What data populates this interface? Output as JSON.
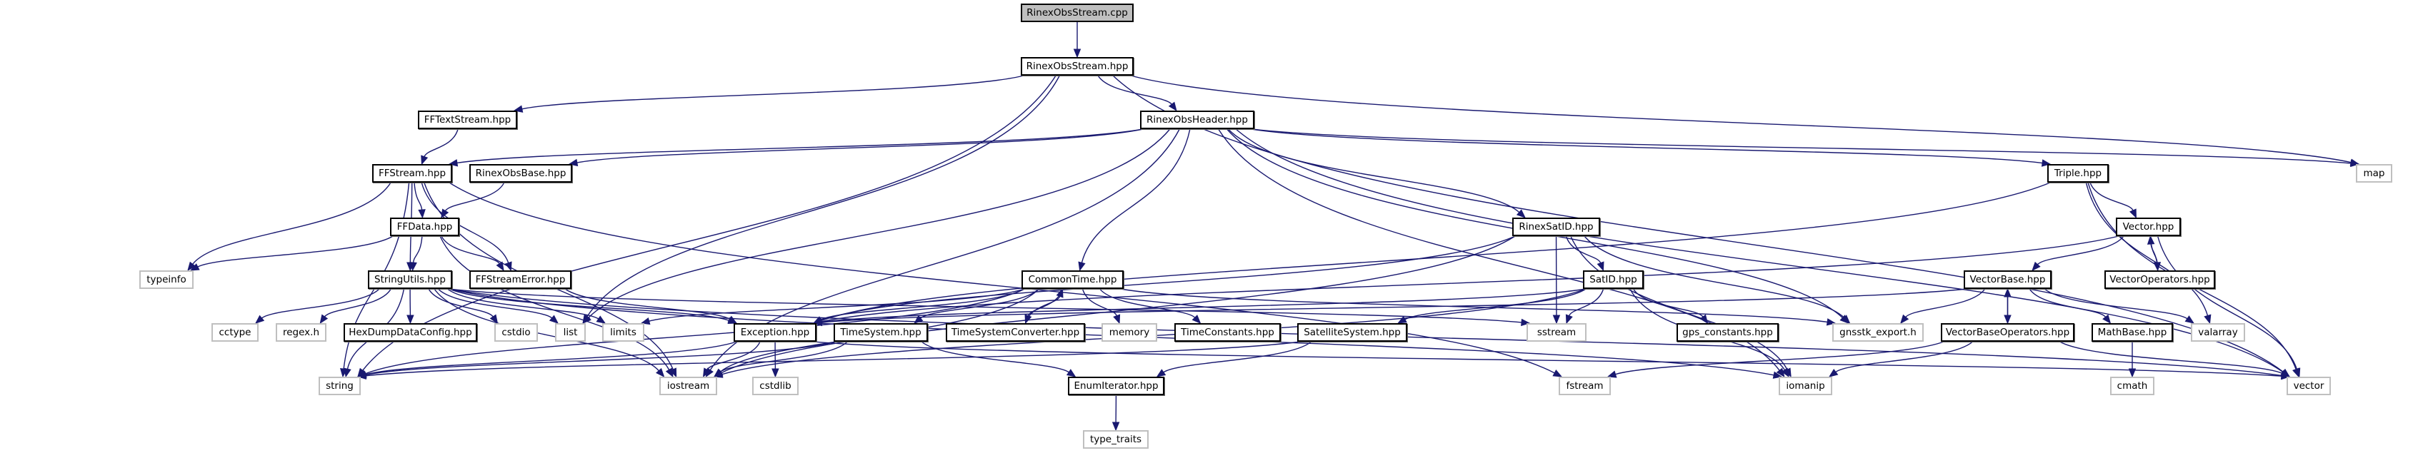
{
  "graph": {
    "title": "RinexObsStream.cpp include dependency graph",
    "edge_color": "#191970",
    "external_border_color": "#bfbfbf",
    "root_fill_color": "#bfbfbf",
    "nodes": [
      {
        "id": "RinexObsStream_cpp",
        "label": "RinexObsStream.cpp",
        "kind": "root"
      },
      {
        "id": "RinexObsStream_hpp",
        "label": "RinexObsStream.hpp",
        "kind": "project"
      },
      {
        "id": "FFTextStream",
        "label": "FFTextStream.hpp",
        "kind": "project"
      },
      {
        "id": "RinexObsHeader",
        "label": "RinexObsHeader.hpp",
        "kind": "project"
      },
      {
        "id": "FFStream",
        "label": "FFStream.hpp",
        "kind": "project"
      },
      {
        "id": "RinexObsBase",
        "label": "RinexObsBase.hpp",
        "kind": "project"
      },
      {
        "id": "FFData",
        "label": "FFData.hpp",
        "kind": "project"
      },
      {
        "id": "typeinfo",
        "label": "typeinfo",
        "kind": "external"
      },
      {
        "id": "StringUtils",
        "label": "StringUtils.hpp",
        "kind": "project"
      },
      {
        "id": "FFStreamError",
        "label": "FFStreamError.hpp",
        "kind": "project"
      },
      {
        "id": "cctype",
        "label": "cctype",
        "kind": "external"
      },
      {
        "id": "regex",
        "label": "regex.h",
        "kind": "external"
      },
      {
        "id": "HexDumpDataConfig",
        "label": "HexDumpDataConfig.hpp",
        "kind": "project"
      },
      {
        "id": "cstdio",
        "label": "cstdio",
        "kind": "external"
      },
      {
        "id": "list",
        "label": "list",
        "kind": "external"
      },
      {
        "id": "limits",
        "label": "limits",
        "kind": "external"
      },
      {
        "id": "string",
        "label": "string",
        "kind": "external"
      },
      {
        "id": "iostream",
        "label": "iostream",
        "kind": "external"
      },
      {
        "id": "cstdlib",
        "label": "cstdlib",
        "kind": "external"
      },
      {
        "id": "Exception",
        "label": "Exception.hpp",
        "kind": "project"
      },
      {
        "id": "CommonTime",
        "label": "CommonTime.hpp",
        "kind": "project"
      },
      {
        "id": "TimeSystem",
        "label": "TimeSystem.hpp",
        "kind": "project"
      },
      {
        "id": "TimeSystemConverter",
        "label": "TimeSystemConverter.hpp",
        "kind": "project"
      },
      {
        "id": "memory",
        "label": "memory",
        "kind": "external"
      },
      {
        "id": "TimeConstants",
        "label": "TimeConstants.hpp",
        "kind": "project"
      },
      {
        "id": "SatelliteSystem",
        "label": "SatelliteSystem.hpp",
        "kind": "project"
      },
      {
        "id": "EnumIterator",
        "label": "EnumIterator.hpp",
        "kind": "project"
      },
      {
        "id": "type_traits",
        "label": "type_traits",
        "kind": "external"
      },
      {
        "id": "RinexSatID",
        "label": "RinexSatID.hpp",
        "kind": "project"
      },
      {
        "id": "SatID",
        "label": "SatID.hpp",
        "kind": "project"
      },
      {
        "id": "sstream",
        "label": "sstream",
        "kind": "external"
      },
      {
        "id": "gps_constants",
        "label": "gps_constants.hpp",
        "kind": "project"
      },
      {
        "id": "gnsstk_export",
        "label": "gnsstk_export.h",
        "kind": "external"
      },
      {
        "id": "fstream",
        "label": "fstream",
        "kind": "external"
      },
      {
        "id": "iomanip",
        "label": "iomanip",
        "kind": "external"
      },
      {
        "id": "Triple",
        "label": "Triple.hpp",
        "kind": "project"
      },
      {
        "id": "Vector",
        "label": "Vector.hpp",
        "kind": "project"
      },
      {
        "id": "VectorBase",
        "label": "VectorBase.hpp",
        "kind": "project"
      },
      {
        "id": "VectorOperators",
        "label": "VectorOperators.hpp",
        "kind": "project"
      },
      {
        "id": "VectorBaseOperators",
        "label": "VectorBaseOperators.hpp",
        "kind": "project"
      },
      {
        "id": "MathBase",
        "label": "MathBase.hpp",
        "kind": "project"
      },
      {
        "id": "valarray",
        "label": "valarray",
        "kind": "external"
      },
      {
        "id": "cmath",
        "label": "cmath",
        "kind": "external"
      },
      {
        "id": "map",
        "label": "map",
        "kind": "external"
      },
      {
        "id": "vector",
        "label": "vector",
        "kind": "external"
      }
    ],
    "edges": [
      [
        "RinexObsStream_cpp",
        "RinexObsStream_hpp"
      ],
      [
        "RinexObsStream_hpp",
        "FFTextStream"
      ],
      [
        "RinexObsStream_hpp",
        "RinexObsHeader"
      ],
      [
        "RinexObsStream_hpp",
        "string"
      ],
      [
        "RinexObsStream_hpp",
        "list"
      ],
      [
        "RinexObsStream_hpp",
        "map"
      ],
      [
        "RinexObsStream_hpp",
        "vector"
      ],
      [
        "FFTextStream",
        "FFStream"
      ],
      [
        "RinexObsHeader",
        "FFStream"
      ],
      [
        "RinexObsHeader",
        "RinexObsBase"
      ],
      [
        "RinexObsHeader",
        "list"
      ],
      [
        "RinexObsHeader",
        "iostream"
      ],
      [
        "RinexObsHeader",
        "CommonTime"
      ],
      [
        "RinexObsHeader",
        "RinexSatID"
      ],
      [
        "RinexObsHeader",
        "gnsstk_export"
      ],
      [
        "RinexObsHeader",
        "Triple"
      ],
      [
        "RinexObsHeader",
        "iomanip"
      ],
      [
        "RinexObsHeader",
        "map"
      ],
      [
        "RinexObsHeader",
        "vector"
      ],
      [
        "FFStream",
        "FFData"
      ],
      [
        "FFStream",
        "StringUtils"
      ],
      [
        "FFStream",
        "FFStreamError"
      ],
      [
        "FFStream",
        "typeinfo"
      ],
      [
        "FFStream",
        "string"
      ],
      [
        "FFStream",
        "iostream"
      ],
      [
        "FFStream",
        "fstream"
      ],
      [
        "RinexObsBase",
        "FFData"
      ],
      [
        "FFData",
        "StringUtils"
      ],
      [
        "FFData",
        "FFStreamError"
      ],
      [
        "FFData",
        "typeinfo"
      ],
      [
        "FFData",
        "iostream"
      ],
      [
        "StringUtils",
        "cctype"
      ],
      [
        "StringUtils",
        "regex"
      ],
      [
        "StringUtils",
        "HexDumpDataConfig"
      ],
      [
        "StringUtils",
        "cstdio"
      ],
      [
        "StringUtils",
        "list"
      ],
      [
        "StringUtils",
        "limits"
      ],
      [
        "StringUtils",
        "string"
      ],
      [
        "StringUtils",
        "iostream"
      ],
      [
        "StringUtils",
        "Exception"
      ],
      [
        "StringUtils",
        "sstream"
      ],
      [
        "StringUtils",
        "iomanip"
      ],
      [
        "StringUtils",
        "vector"
      ],
      [
        "FFStreamError",
        "Exception"
      ],
      [
        "Exception",
        "string"
      ],
      [
        "Exception",
        "iostream"
      ],
      [
        "Exception",
        "cstdlib"
      ],
      [
        "Exception",
        "vector"
      ],
      [
        "CommonTime",
        "Exception"
      ],
      [
        "CommonTime",
        "TimeSystem"
      ],
      [
        "CommonTime",
        "TimeSystemConverter"
      ],
      [
        "CommonTime",
        "memory"
      ],
      [
        "CommonTime",
        "TimeConstants"
      ],
      [
        "CommonTime",
        "limits"
      ],
      [
        "CommonTime",
        "iostream"
      ],
      [
        "CommonTime",
        "string"
      ],
      [
        "CommonTime",
        "gnsstk_export"
      ],
      [
        "TimeSystemConverter",
        "CommonTime"
      ],
      [
        "TimeSystem",
        "string"
      ],
      [
        "TimeSystem",
        "iostream"
      ],
      [
        "TimeSystem",
        "EnumIterator"
      ],
      [
        "SatelliteSystem",
        "EnumIterator"
      ],
      [
        "SatelliteSystem",
        "string"
      ],
      [
        "EnumIterator",
        "type_traits"
      ],
      [
        "RinexSatID",
        "SatID"
      ],
      [
        "RinexSatID",
        "Exception"
      ],
      [
        "RinexSatID",
        "sstream"
      ],
      [
        "RinexSatID",
        "iostream"
      ],
      [
        "RinexSatID",
        "iomanip"
      ],
      [
        "RinexSatID",
        "gnsstk_export"
      ],
      [
        "SatID",
        "SatelliteSystem"
      ],
      [
        "SatID",
        "gps_constants"
      ],
      [
        "SatID",
        "sstream"
      ],
      [
        "SatID",
        "iomanip"
      ],
      [
        "SatID",
        "iostream"
      ],
      [
        "SatID",
        "Exception"
      ],
      [
        "Triple",
        "Vector"
      ],
      [
        "Triple",
        "Exception"
      ],
      [
        "Triple",
        "valarray"
      ],
      [
        "Triple",
        "vector"
      ],
      [
        "Vector",
        "VectorBase"
      ],
      [
        "Vector",
        "VectorOperators"
      ],
      [
        "Vector",
        "vector"
      ],
      [
        "Vector",
        "Exception"
      ],
      [
        "VectorOperators",
        "Vector"
      ],
      [
        "VectorBase",
        "VectorBaseOperators"
      ],
      [
        "VectorBase",
        "MathBase"
      ],
      [
        "VectorBase",
        "valarray"
      ],
      [
        "VectorBase",
        "gnsstk_export"
      ],
      [
        "VectorBase",
        "Exception"
      ],
      [
        "VectorBaseOperators",
        "VectorBase"
      ],
      [
        "VectorBaseOperators",
        "iomanip"
      ],
      [
        "VectorBaseOperators",
        "fstream"
      ],
      [
        "VectorBaseOperators",
        "vector"
      ],
      [
        "MathBase",
        "cmath"
      ]
    ]
  }
}
